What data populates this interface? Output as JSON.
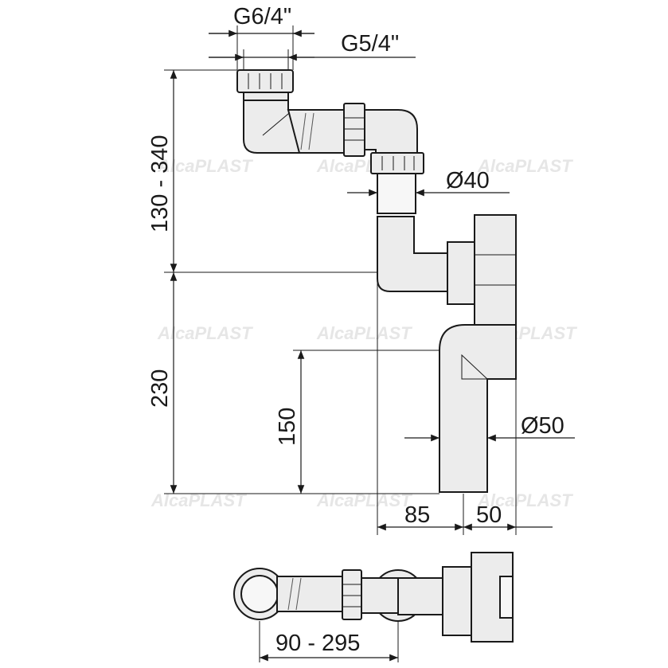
{
  "labels": {
    "g64": "G6/4\"",
    "g54": "G5/4\"",
    "d40": "Ø40",
    "d50": "Ø50",
    "h130_340": "130 - 340",
    "h230": "230",
    "h150": "150",
    "w85": "85",
    "w50": "50",
    "w90_295": "90 - 295"
  },
  "watermark": "AlcaPLAST",
  "colors": {
    "line": "#1a1a1a",
    "part_fill": "#ececec",
    "watermark": "#e6e6e6"
  }
}
